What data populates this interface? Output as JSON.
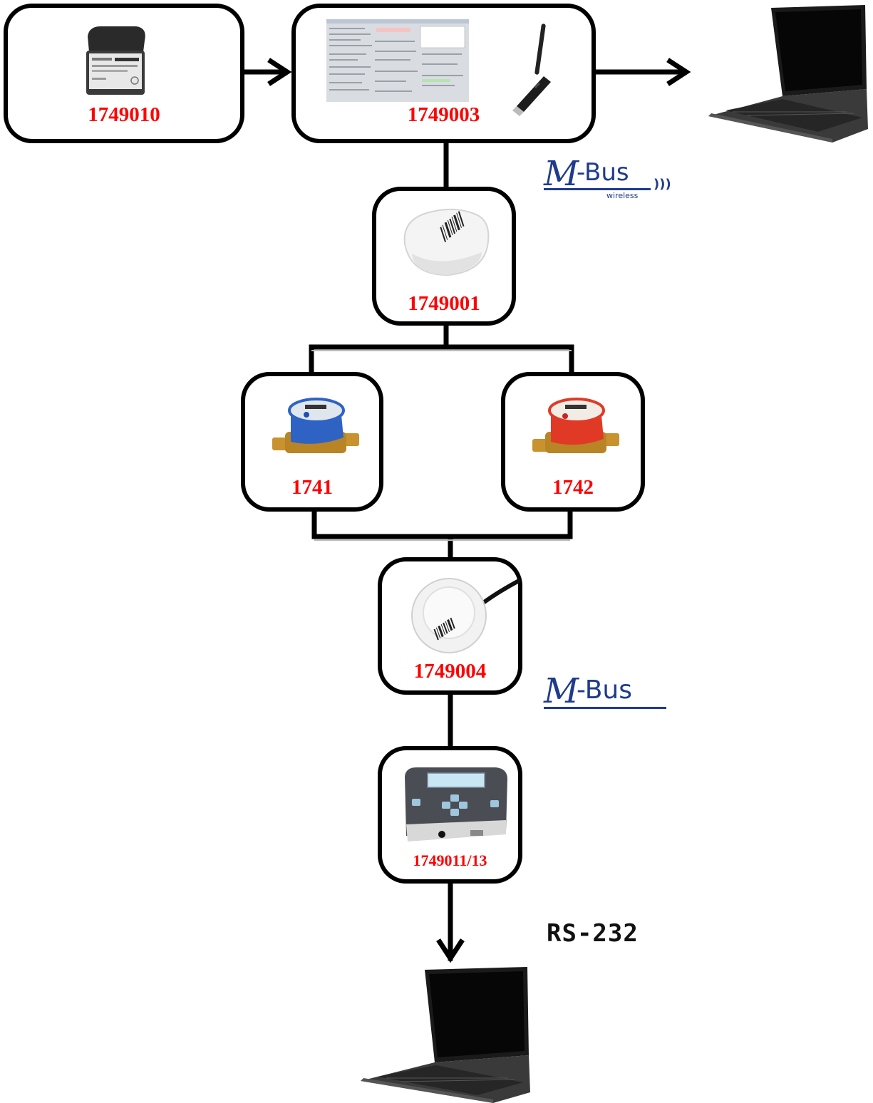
{
  "nodes": {
    "n1749010": {
      "code": "1749010",
      "image": "wmbus-adapter-device-image"
    },
    "n1749003": {
      "code": "1749003",
      "image": "software-screenshot-and-usb-radio-stick-image"
    },
    "n1749001": {
      "code": "1749001",
      "image": "round-radio-module-image"
    },
    "n1741": {
      "code": "1741",
      "image": "cold-water-meter-image"
    },
    "n1742": {
      "code": "1742",
      "image": "hot-water-meter-image"
    },
    "n1749004": {
      "code": "1749004",
      "image": "wired-mbus-module-image"
    },
    "n1749011": {
      "code": "1749011/13",
      "image": "mbus-master-display-unit-image"
    }
  },
  "laptops": [
    "laptop-top-right",
    "laptop-bottom"
  ],
  "labels": {
    "mbus_wireless": {
      "prefix": "M",
      "suffix": "-Bus",
      "sub": "wireless"
    },
    "mbus_wired": {
      "prefix": "M",
      "suffix": "-Bus"
    },
    "rs232": "RS-232"
  },
  "colors": {
    "code_text": "#ff0000",
    "logo": "#1f3c8c",
    "border": "#000000"
  }
}
